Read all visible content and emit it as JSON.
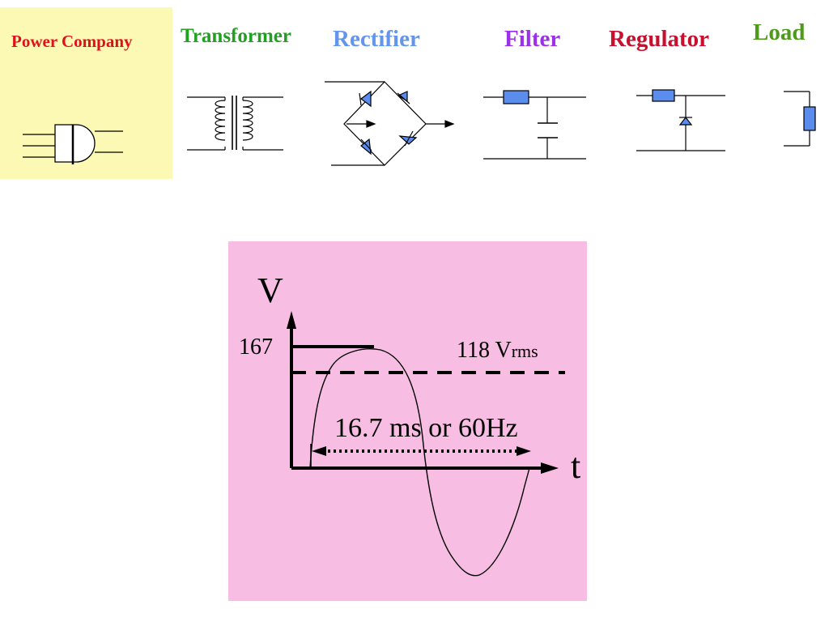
{
  "stages": {
    "power_company": "Power Company",
    "transformer": "Transformer",
    "rectifier": "Rectifier",
    "filter": "Filter",
    "regulator": "Regulator",
    "load": "Load"
  },
  "waveform": {
    "v_axis_label": "V",
    "t_axis_label": "t",
    "peak_label": "167",
    "rms_label_main": "118 V",
    "rms_label_sub": "rms",
    "period_label": "16.7 ms or 60Hz"
  },
  "colors": {
    "power_company": "#e0101c",
    "transformer": "#22a022",
    "rectifier": "#6495ed",
    "filter": "#9b30e8",
    "regulator": "#c8102e",
    "load": "#4e9a1a",
    "power_panel_bg": "#fbf9b4",
    "wave_panel_bg": "#f7bde3",
    "component_fill": "#5b8def"
  }
}
